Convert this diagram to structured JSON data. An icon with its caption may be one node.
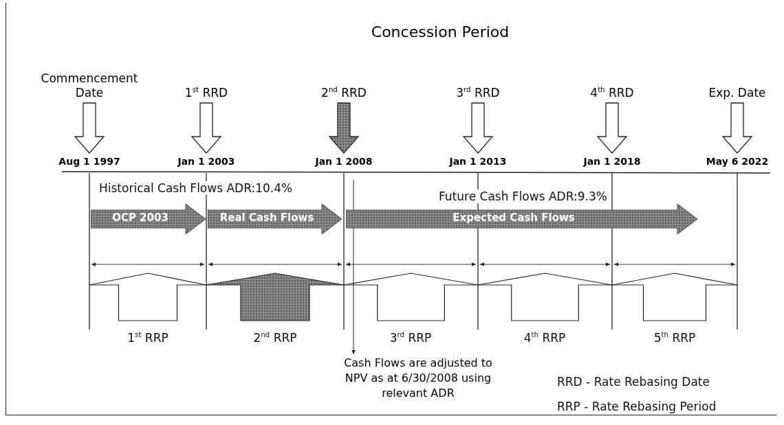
{
  "diagram": {
    "title": "Concession Period",
    "nodes": [
      {
        "text": [
          "Commencement Date",
          "Aug 1 1997"
        ]
      },
      {
        "text": [
          "1$^{st}$ RRD",
          "Jan 1 2003"
        ]
      },
      {
        "text": [
          "2$^{nd}$ RRD",
          "Jan 1 2008"
        ]
      },
      {
        "text": [
          "3$^{rd}$ RRD",
          "Jan 1 2013"
        ]
      },
      {
        "text": [
          "4$^{th}$ RRD",
          "Jan 1 2018"
        ]
      },
      {
        "text": [
          "Exp. Date",
          "May 6 2022"
        ]
      },
      {
        "text": [
          "OCP 2003"
        ]
      },
      {
        "text": [
          "Real Cash Flows"
        ]
      },
      {
        "text": [
          "Expected Cash Flows"
        ]
      },
      {
        "text": [
          "Cash Flows are adjusted to NPV as at 6/30/2008 using relevant ADR"
        ]
      }
    ],
    "edges": [
      {
        "from": null,
        "to": 9,
        "arrow": "to"
      }
    ],
    "labels": [
      "Historical Cash Flows ADR:10.4%",
      "Future Cash Flows ADR:9.3%",
      "1$^{st}$ RRP",
      "2$^{nd}$ RRP",
      "3$^{rd}$ RRP",
      "4$^{th}$ RRP",
      "5$^{th}$ RRP",
      "RRD - Rate Rebasing Date",
      "RRP - Rate Rebasing Period"
    ]
  }
}
